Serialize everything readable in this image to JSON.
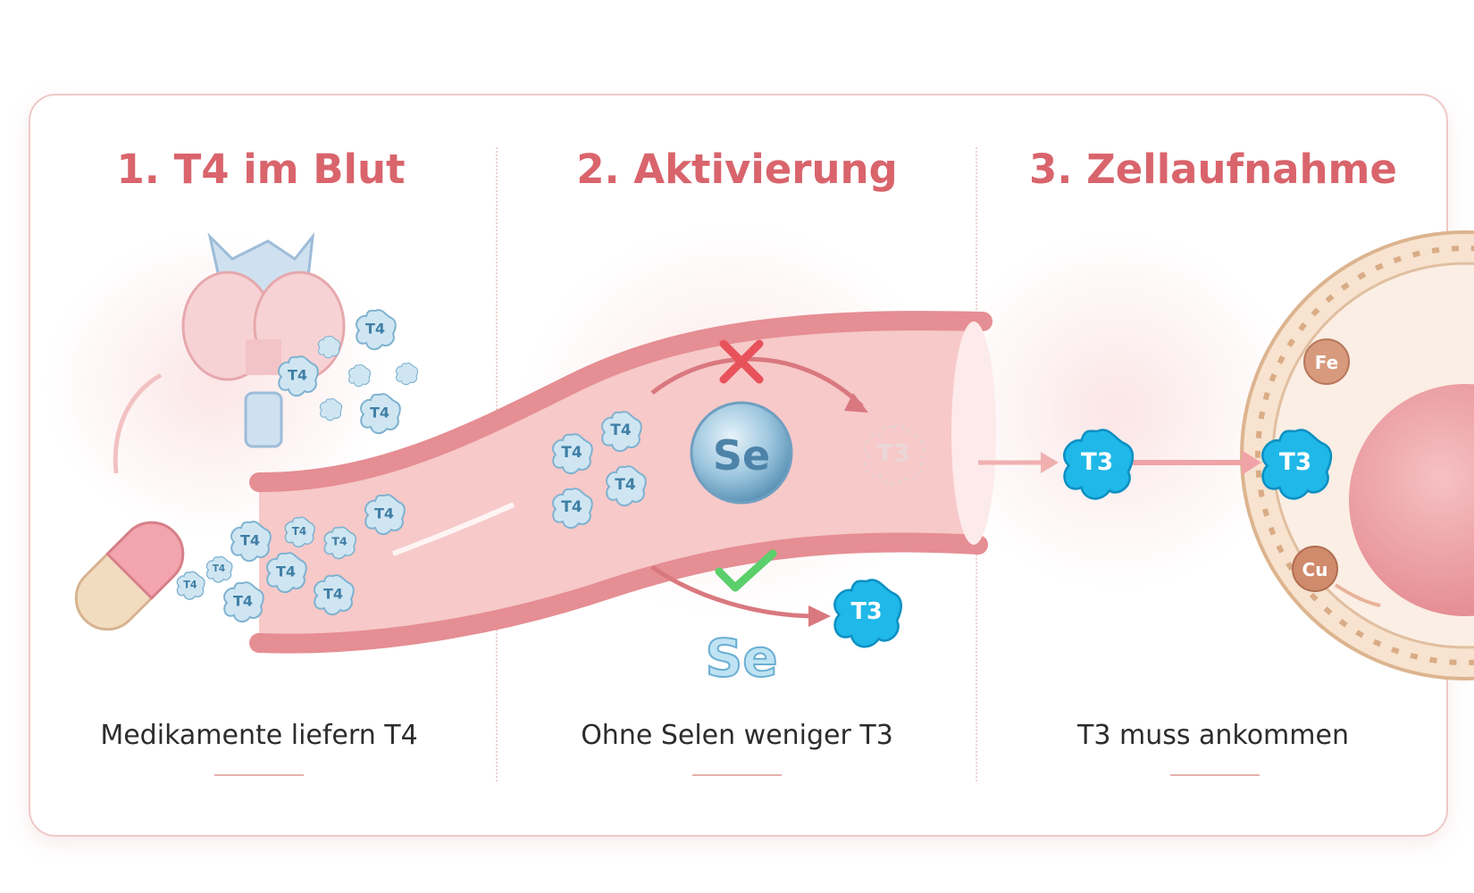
{
  "panels": [
    {
      "heading": "1. T4 im Blut",
      "caption": "Medikamente liefern T4"
    },
    {
      "heading": "2. Aktivierung",
      "caption": "Ohne Selen weniger T3"
    },
    {
      "heading": "3. Zellaufnahme",
      "caption": "T3 muss ankommen"
    }
  ],
  "molecules": {
    "t4": "T4",
    "t3": "T3",
    "selenium": "Se",
    "iron": "Fe",
    "copper": "Cu"
  },
  "colors": {
    "heading": "#d9646c",
    "vessel": "#f4b3b3",
    "t4": "#bfe0ef",
    "t3": "#19b8e6",
    "cell": "#f0d6bd"
  }
}
